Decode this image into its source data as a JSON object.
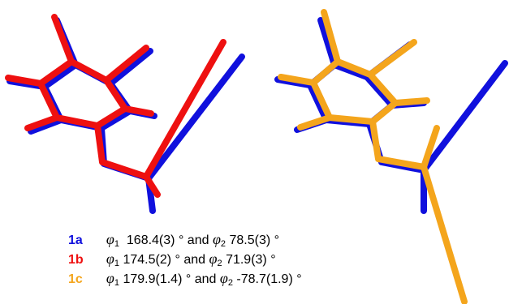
{
  "colors": {
    "1a": "#1010dd",
    "1b": "#ee1010",
    "1c": "#f4a51c"
  },
  "legend": [
    {
      "compound": "1a",
      "phi1_symbol": "φ",
      "phi1_sub": "1",
      "phi1_value": "168.4(3)",
      "degree": "°",
      "and_text": "and",
      "phi2_symbol": "φ",
      "phi2_sub": "2",
      "phi2_value": "78.5(3)"
    },
    {
      "compound": "1b",
      "phi1_symbol": "φ",
      "phi1_sub": "1",
      "phi1_value": "174.5(2)",
      "degree": "°",
      "and_text": "and",
      "phi2_symbol": "φ",
      "phi2_sub": "2",
      "phi2_value": "71.9(3)"
    },
    {
      "compound": "1c",
      "phi1_symbol": "φ",
      "phi1_sub": "1",
      "phi1_value": "179.9(1.4)",
      "degree": "°",
      "and_text": "and",
      "phi2_symbol": "φ",
      "phi2_sub": "2",
      "phi2_value": "-78.7(1.9)"
    }
  ]
}
